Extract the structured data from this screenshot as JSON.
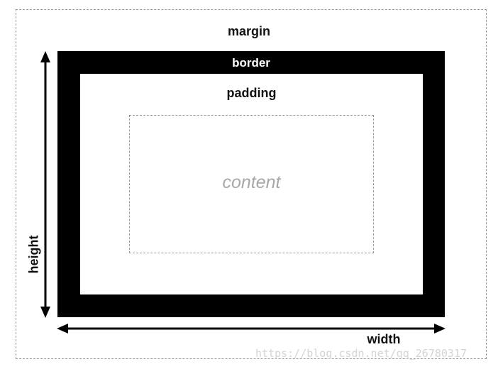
{
  "diagram": {
    "labels": {
      "margin": "margin",
      "border": "border",
      "padding": "padding",
      "content": "content",
      "height": "height",
      "width": "width"
    },
    "watermark": "https://blog.csdn.net/qq_26780317"
  },
  "colors": {
    "border_fill": "#000000",
    "dashed_outline": "#9a9a9a",
    "content_text": "#a7a7a7",
    "watermark_text": "#d4d4d4"
  }
}
